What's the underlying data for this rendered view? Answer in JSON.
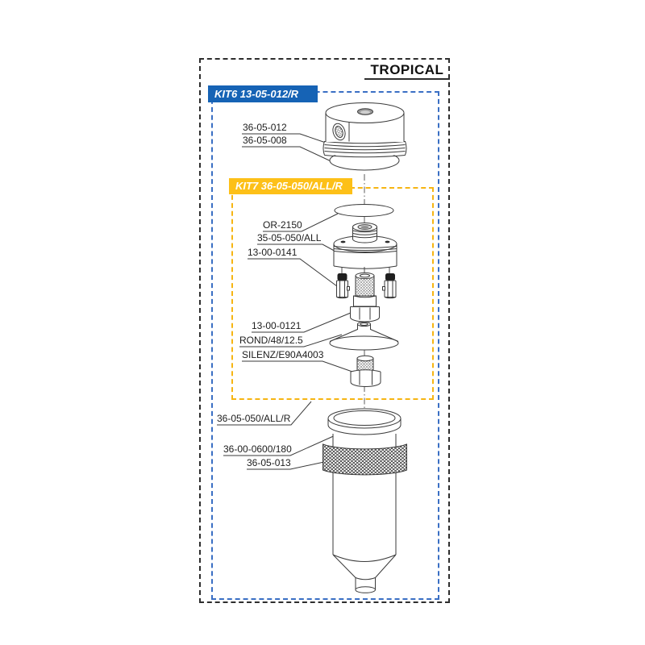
{
  "header": {
    "title": "TROPICAL"
  },
  "kits": [
    {
      "id": "kit6",
      "label": "KIT6 13-05-012/R",
      "bg_color": "#1663b5",
      "border_color": "#3a6fc4"
    },
    {
      "id": "kit7",
      "label": "KIT7 36-05-050/ALL/R",
      "bg_color": "#fdc018",
      "border_color": "#f6b513"
    }
  ],
  "parts": [
    {
      "label": "36-05-012"
    },
    {
      "label": "36-05-008"
    },
    {
      "label": "OR-2150"
    },
    {
      "label": "35-05-050/ALL"
    },
    {
      "label": "13-00-0141"
    },
    {
      "label": "13-00-0121"
    },
    {
      "label": "ROND/48/12.5"
    },
    {
      "label": "SILENZ/E90A4003"
    },
    {
      "label": "36-05-050/ALL/R"
    },
    {
      "label": "36-00-0600/180"
    },
    {
      "label": "36-05-013"
    }
  ],
  "colors": {
    "outline": "#3a3a3a",
    "outer_border": "#2e2e2e",
    "kit6_blue": "#1663b5",
    "kit7_amber": "#fdc018",
    "page_bg": "#ffffff"
  }
}
